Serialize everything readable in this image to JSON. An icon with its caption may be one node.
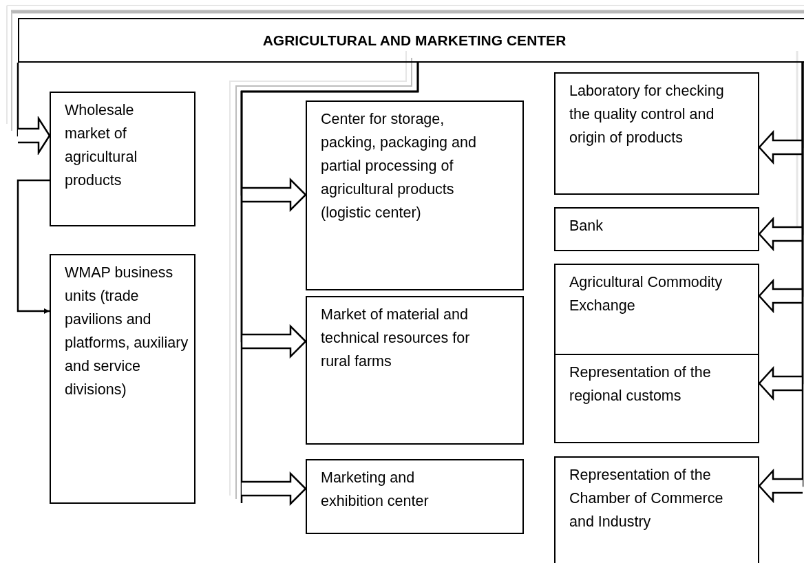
{
  "diagram": {
    "nodes": [
      {
        "text": [
          "AGRICULTURAL AND MARKETING CENTER"
        ]
      },
      {
        "text": [
          "Wholesale market of agricultural products"
        ]
      },
      {
        "text": [
          "WMAP business units (trade pavilions and platforms, auxiliary and service divisions)"
        ]
      },
      {
        "text": [
          "Center for storage, packing, packaging and partial processing of agricultural products (logistic center)"
        ]
      },
      {
        "text": [
          "Market of material and technical resources for rural farms"
        ]
      },
      {
        "text": [
          "Marketing and exhibition center"
        ]
      },
      {
        "text": [
          "Laboratory for checking the quality control and origin of products"
        ]
      },
      {
        "text": [
          "Bank"
        ]
      },
      {
        "text": [
          "Agricultural Commodity Exchange"
        ]
      },
      {
        "text": [
          "Representation of the regional customs"
        ]
      },
      {
        "text": [
          "Representation of the Chamber of Commerce and Industry"
        ]
      }
    ],
    "edges": [
      {
        "from": 0,
        "to": 1,
        "arrow": "to"
      },
      {
        "from": 1,
        "to": 2,
        "arrow": "to"
      },
      {
        "from": 0,
        "to": 3,
        "arrow": "to"
      },
      {
        "from": 0,
        "to": 4,
        "arrow": "to"
      },
      {
        "from": 0,
        "to": 5,
        "arrow": "to"
      },
      {
        "from": 0,
        "to": 6,
        "arrow": "to"
      },
      {
        "from": 0,
        "to": 7,
        "arrow": "to"
      },
      {
        "from": 0,
        "to": 8,
        "arrow": "to"
      },
      {
        "from": 0,
        "to": 9,
        "arrow": "to"
      },
      {
        "from": 0,
        "to": 10,
        "arrow": "to"
      }
    ]
  }
}
